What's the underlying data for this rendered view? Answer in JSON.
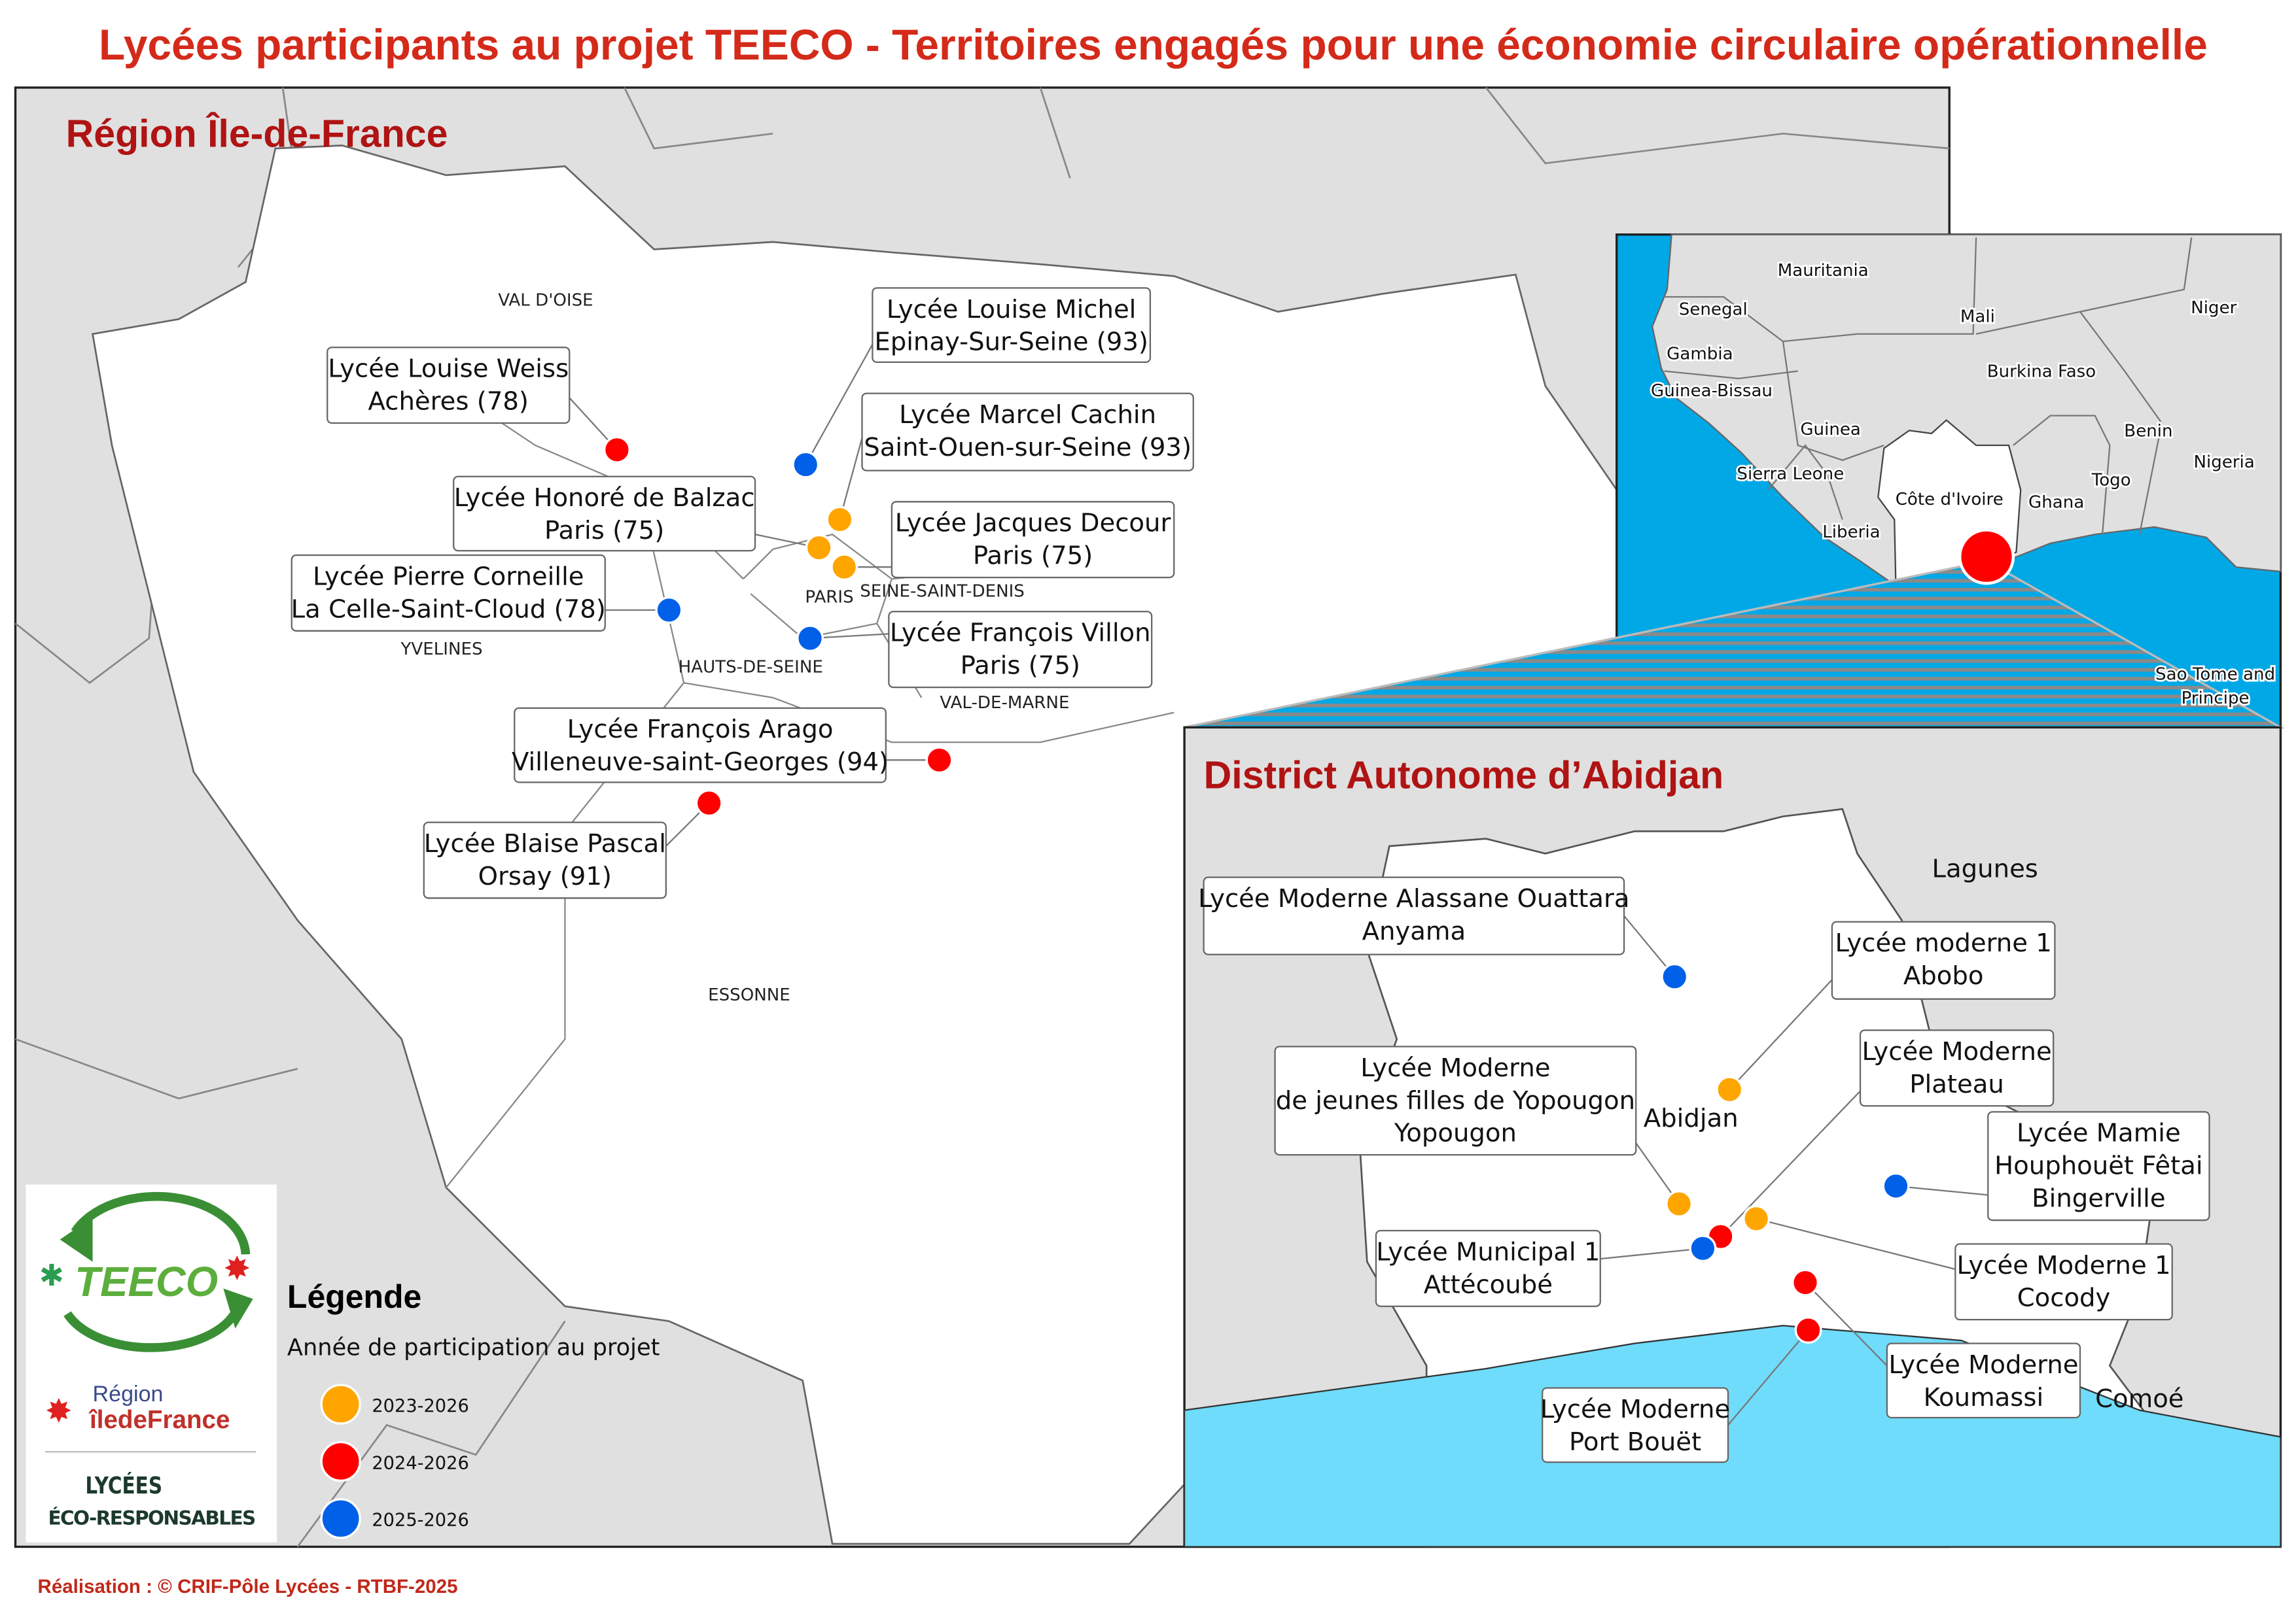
{
  "title": "Lycées participants au projet TEECO - Territoires engagés pour une économie circulaire opérationnelle",
  "idf": {
    "title": "Région Île-de-France",
    "departments": [
      "VAL D'OISE",
      "YVELINES",
      "PARIS",
      "SEINE-SAINT-DENIS",
      "HAUTS-DE-SEINE",
      "VAL-DE-MARNE",
      "ESSONNE"
    ],
    "schools": [
      {
        "name": "Lycée Louise Weiss",
        "city": "Achères (78)",
        "period": "2024-2026"
      },
      {
        "name": "Lycée Louise Michel",
        "city": "Epinay-Sur-Seine (93)",
        "period": "2025-2026"
      },
      {
        "name": "Lycée Marcel Cachin",
        "city": "Saint-Ouen-sur-Seine (93)",
        "period": "2023-2026"
      },
      {
        "name": "Lycée Honoré de Balzac",
        "city": "Paris (75)",
        "period": "2023-2026"
      },
      {
        "name": "Lycée Jacques Decour",
        "city": "Paris (75)",
        "period": "2023-2026"
      },
      {
        "name": "Lycée Pierre Corneille",
        "city": "La Celle-Saint-Cloud (78)",
        "period": "2025-2026"
      },
      {
        "name": "Lycée François Villon",
        "city": "Paris (75)",
        "period": "2025-2026"
      },
      {
        "name": "Lycée François Arago",
        "city": "Villeneuve-saint-Georges (94)",
        "period": "2024-2026"
      },
      {
        "name": "Lycée Blaise Pascal",
        "city": "Orsay (91)",
        "period": "2024-2026"
      }
    ]
  },
  "west_africa": {
    "countries": [
      "Mauritania",
      "Senegal",
      "Mali",
      "Niger",
      "Gambia",
      "Guinea-Bissau",
      "Burkina Faso",
      "Guinea",
      "Benin",
      "Sierra Leone",
      "Nigeria",
      "Togo",
      "Côte d'Ivoire",
      "Ghana",
      "Liberia",
      "Sao Tome and",
      "Principe"
    ]
  },
  "abidjan": {
    "title": "District Autonome d’Abidjan",
    "places": [
      "Lagunes",
      "Abidjan",
      "Comoé"
    ],
    "schools": [
      {
        "lines": [
          "Lycée Moderne Alassane Ouattara",
          "Anyama"
        ],
        "period": "2025-2026"
      },
      {
        "lines": [
          "Lycée moderne 1",
          "Abobo"
        ],
        "period": "2023-2026"
      },
      {
        "lines": [
          "Lycée Moderne",
          "Plateau"
        ],
        "period": "2024-2026"
      },
      {
        "lines": [
          "Lycée Moderne",
          "de jeunes filles de Yopougon",
          "Yopougon"
        ],
        "period": "2023-2026"
      },
      {
        "lines": [
          "Lycée Mamie",
          "Houphouët Fêtai",
          "Bingerville"
        ],
        "period": "2025-2026"
      },
      {
        "lines": [
          "Lycée Municipal 1",
          "Attécoubé"
        ],
        "period": "2025-2026"
      },
      {
        "lines": [
          "Lycée Moderne 1",
          "Cocody"
        ],
        "period": "2023-2026"
      },
      {
        "lines": [
          "Lycée Moderne",
          "Koumassi"
        ],
        "period": "2024-2026"
      },
      {
        "lines": [
          "Lycée Moderne",
          "Port Bouët"
        ],
        "period": "2024-2026"
      }
    ]
  },
  "legend": {
    "title": "Légende",
    "subtitle": "Année de participation au projet",
    "items": [
      {
        "label": "2023-2026",
        "color": "#ffa500"
      },
      {
        "label": "2024-2026",
        "color": "#ff0000"
      },
      {
        "label": "2025-2026",
        "color": "#0060e8"
      }
    ]
  },
  "logos": {
    "teeco": "TEECO",
    "region_line1": "Région",
    "region_line2": "îledeFrance",
    "lycees_line1": "LYCÉES",
    "lycees_line2": "ÉCO-RESPONSABLES"
  },
  "credit": "Réalisation : © CRIF-Pôle Lycées - RTBF-2025"
}
